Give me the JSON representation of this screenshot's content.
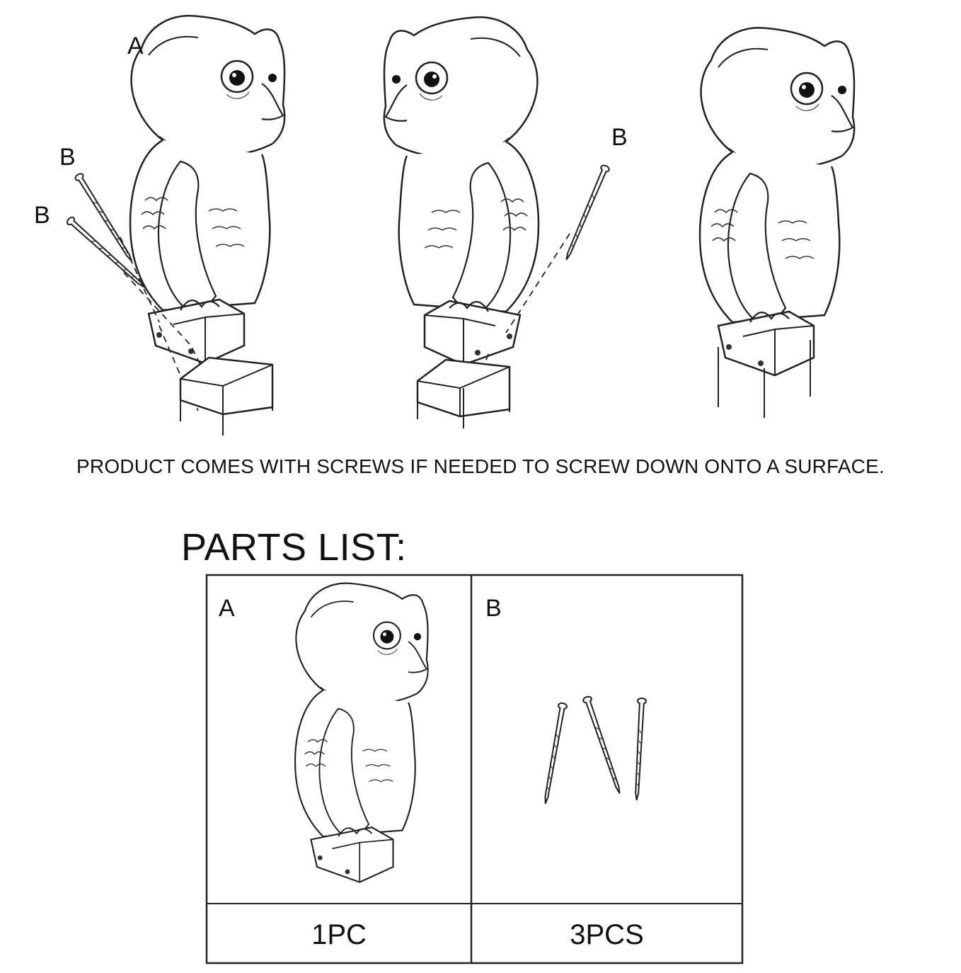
{
  "labels": {
    "part_a": "A",
    "part_b": "B"
  },
  "caption": "PRODUCT COMES WITH SCREWS IF NEEDED TO SCREW DOWN ONTO A SURFACE.",
  "parts_list": {
    "title": "PARTS LIST:",
    "items": [
      {
        "label": "A",
        "quantity": "1PC",
        "icon": "owl-statue-icon"
      },
      {
        "label": "B",
        "quantity": "3PCS",
        "icon": "screws-icon"
      }
    ]
  },
  "colors": {
    "line": "#222222",
    "background": "#ffffff"
  }
}
